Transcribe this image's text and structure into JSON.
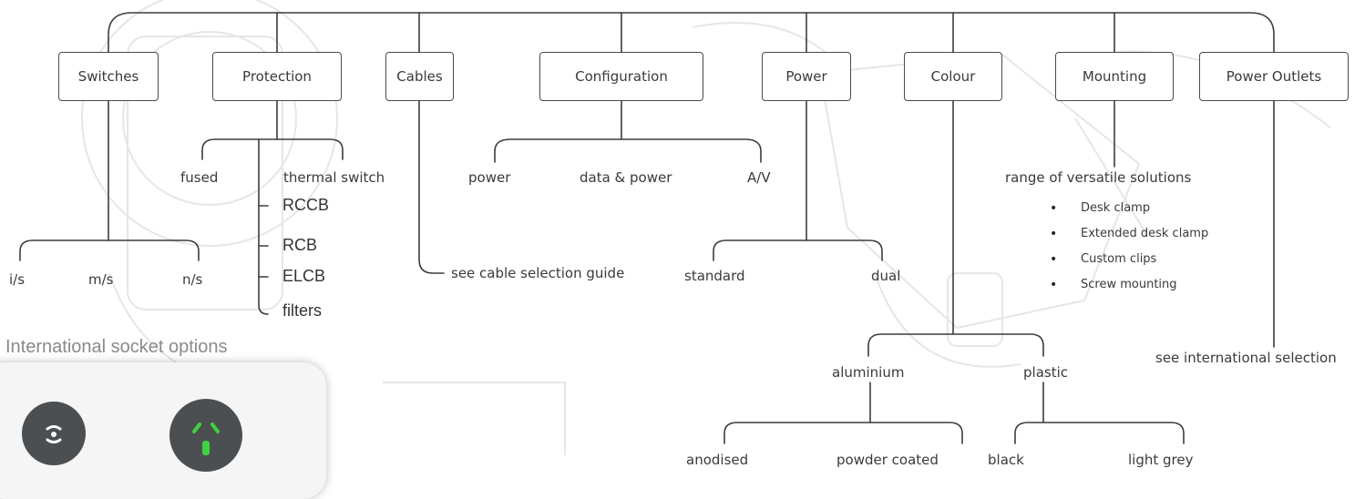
{
  "categories": {
    "switches": "Switches",
    "protection": "Protection",
    "cables": "Cables",
    "configuration": "Configuration",
    "power": "Power",
    "colour": "Colour",
    "mounting": "Mounting",
    "power_outlets": "Power Outlets"
  },
  "switches": {
    "options": [
      "i/s",
      "m/s",
      "n/s"
    ]
  },
  "protection": {
    "branch": [
      "fused",
      "thermal switch"
    ],
    "list": [
      "RCCB",
      "RCB",
      "ELCB",
      "filters"
    ]
  },
  "cables": {
    "note": "see cable selection guide"
  },
  "configuration": {
    "options": [
      "power",
      "data & power",
      "A/V"
    ]
  },
  "power": {
    "options": [
      "standard",
      "dual"
    ]
  },
  "colour": {
    "materials": [
      "aluminium",
      "plastic"
    ],
    "aluminium_finishes": [
      "anodised",
      "powder coated"
    ],
    "plastic_colours": [
      "black",
      "light grey"
    ]
  },
  "mounting": {
    "heading": "range of versatile solutions",
    "bullets": [
      "Desk clamp",
      "Extended desk clamp",
      "Custom clips",
      "Screw mounting"
    ]
  },
  "power_outlets": {
    "note": "see international selection"
  },
  "socket_panel": {
    "title": "International socket options",
    "accent": "#3fd13f"
  }
}
